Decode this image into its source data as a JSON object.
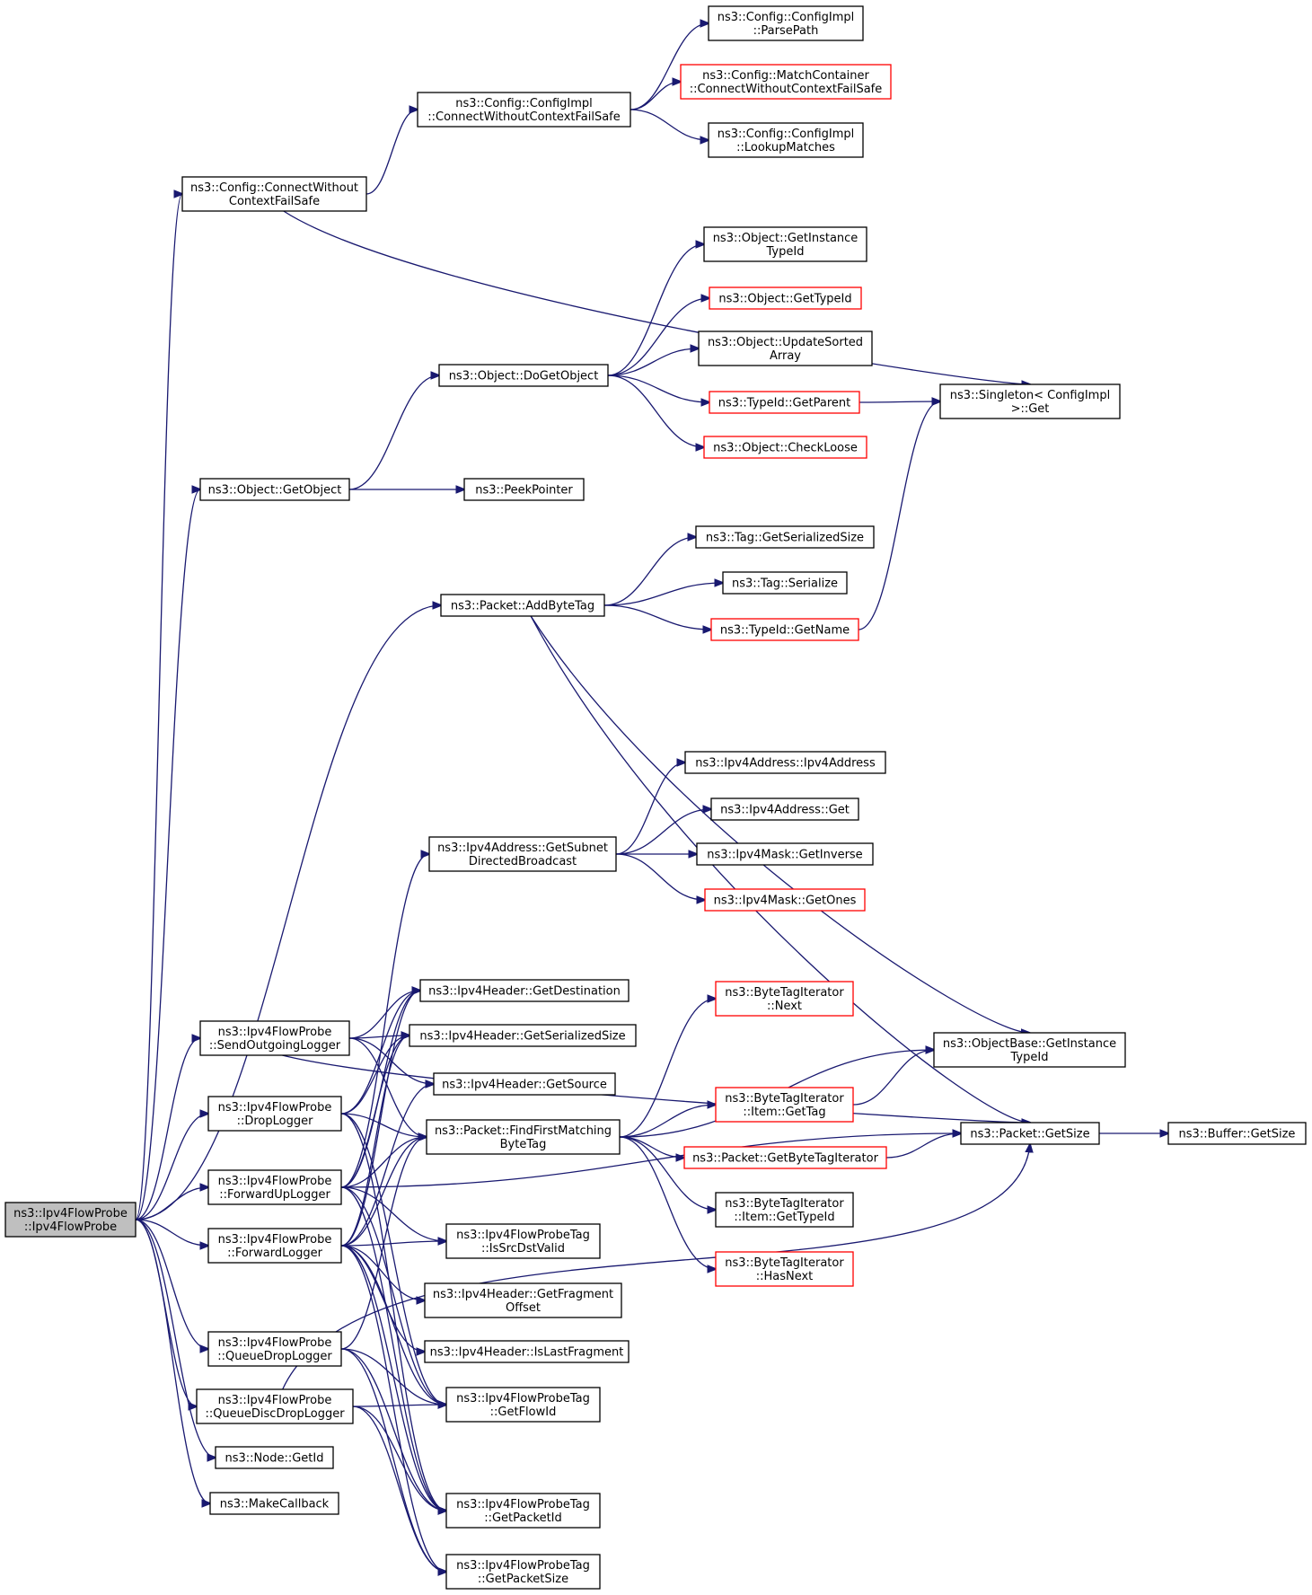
{
  "nodes": [
    {
      "id": "root",
      "lines": [
        "ns3::Ipv4FlowProbe",
        "::Ipv4FlowProbe"
      ],
      "border": "#000000",
      "fill": "#bfbfbf"
    },
    {
      "id": "cfg_cwcfs",
      "lines": [
        "ns3::Config::ConnectWithout",
        "ContextFailSafe"
      ],
      "border": "#000000",
      "fill": "#ffffff"
    },
    {
      "id": "ci_cwcfs",
      "lines": [
        "ns3::Config::ConfigImpl",
        "::ConnectWithoutContextFailSafe"
      ],
      "border": "#000000",
      "fill": "#ffffff"
    },
    {
      "id": "ci_parse",
      "lines": [
        "ns3::Config::ConfigImpl",
        "::ParsePath"
      ],
      "border": "#000000",
      "fill": "#ffffff"
    },
    {
      "id": "mc_cwcfs",
      "lines": [
        "ns3::Config::MatchContainer",
        "::ConnectWithoutContextFailSafe"
      ],
      "border": "#ff0000",
      "fill": "#ffffff"
    },
    {
      "id": "ci_lookup",
      "lines": [
        "ns3::Config::ConfigImpl",
        "::LookupMatches"
      ],
      "border": "#000000",
      "fill": "#ffffff"
    },
    {
      "id": "obj_getinst",
      "lines": [
        "ns3::Object::GetInstance",
        "TypeId"
      ],
      "border": "#000000",
      "fill": "#ffffff"
    },
    {
      "id": "obj_gettype",
      "lines": [
        "ns3::Object::GetTypeId"
      ],
      "border": "#ff0000",
      "fill": "#ffffff"
    },
    {
      "id": "obj_update",
      "lines": [
        "ns3::Object::UpdateSorted",
        "Array"
      ],
      "border": "#000000",
      "fill": "#ffffff"
    },
    {
      "id": "obj_dogetobj",
      "lines": [
        "ns3::Object::DoGetObject"
      ],
      "border": "#000000",
      "fill": "#ffffff"
    },
    {
      "id": "tid_getparent",
      "lines": [
        "ns3::TypeId::GetParent"
      ],
      "border": "#ff0000",
      "fill": "#ffffff"
    },
    {
      "id": "singleton_get",
      "lines": [
        "ns3::Singleton< ConfigImpl",
        " >::Get"
      ],
      "border": "#000000",
      "fill": "#ffffff"
    },
    {
      "id": "obj_checkloose",
      "lines": [
        "ns3::Object::CheckLoose"
      ],
      "border": "#ff0000",
      "fill": "#ffffff"
    },
    {
      "id": "obj_getobject",
      "lines": [
        "ns3::Object::GetObject"
      ],
      "border": "#000000",
      "fill": "#ffffff"
    },
    {
      "id": "peekpointer",
      "lines": [
        "ns3::PeekPointer"
      ],
      "border": "#000000",
      "fill": "#ffffff"
    },
    {
      "id": "tag_getser",
      "lines": [
        "ns3::Tag::GetSerializedSize"
      ],
      "border": "#000000",
      "fill": "#ffffff"
    },
    {
      "id": "tag_ser",
      "lines": [
        "ns3::Tag::Serialize"
      ],
      "border": "#000000",
      "fill": "#ffffff"
    },
    {
      "id": "pkt_addbytetag",
      "lines": [
        "ns3::Packet::AddByteTag"
      ],
      "border": "#000000",
      "fill": "#ffffff"
    },
    {
      "id": "tid_getname",
      "lines": [
        "ns3::TypeId::GetName"
      ],
      "border": "#ff0000",
      "fill": "#ffffff"
    },
    {
      "id": "ipv4addr_ctor",
      "lines": [
        "ns3::Ipv4Address::Ipv4Address"
      ],
      "border": "#000000",
      "fill": "#ffffff"
    },
    {
      "id": "ipv4addr_get",
      "lines": [
        "ns3::Ipv4Address::Get"
      ],
      "border": "#000000",
      "fill": "#ffffff"
    },
    {
      "id": "ipv4addr_gsdb",
      "lines": [
        "ns3::Ipv4Address::GetSubnet",
        "DirectedBroadcast"
      ],
      "border": "#000000",
      "fill": "#ffffff"
    },
    {
      "id": "ipv4mask_inv",
      "lines": [
        "ns3::Ipv4Mask::GetInverse"
      ],
      "border": "#000000",
      "fill": "#ffffff"
    },
    {
      "id": "ipv4mask_ones",
      "lines": [
        "ns3::Ipv4Mask::GetOnes"
      ],
      "border": "#ff0000",
      "fill": "#ffffff"
    },
    {
      "id": "hdr_getdest",
      "lines": [
        "ns3::Ipv4Header::GetDestination"
      ],
      "border": "#000000",
      "fill": "#ffffff"
    },
    {
      "id": "bti_next",
      "lines": [
        "ns3::ByteTagIterator",
        "::Next"
      ],
      "border": "#ff0000",
      "fill": "#ffffff"
    },
    {
      "id": "sendout",
      "lines": [
        "ns3::Ipv4FlowProbe",
        "::SendOutgoingLogger"
      ],
      "border": "#000000",
      "fill": "#ffffff"
    },
    {
      "id": "hdr_getsersize",
      "lines": [
        "ns3::Ipv4Header::GetSerializedSize"
      ],
      "border": "#000000",
      "fill": "#ffffff"
    },
    {
      "id": "ob_getinst",
      "lines": [
        "ns3::ObjectBase::GetInstance",
        "TypeId"
      ],
      "border": "#000000",
      "fill": "#ffffff"
    },
    {
      "id": "hdr_getsrc",
      "lines": [
        "ns3::Ipv4Header::GetSource"
      ],
      "border": "#000000",
      "fill": "#ffffff"
    },
    {
      "id": "droplogger",
      "lines": [
        "ns3::Ipv4FlowProbe",
        "::DropLogger"
      ],
      "border": "#000000",
      "fill": "#ffffff"
    },
    {
      "id": "bti_item_gettag",
      "lines": [
        "ns3::ByteTagIterator",
        "::Item::GetTag"
      ],
      "border": "#ff0000",
      "fill": "#ffffff"
    },
    {
      "id": "pkt_ffmbt",
      "lines": [
        "ns3::Packet::FindFirstMatching",
        "ByteTag"
      ],
      "border": "#000000",
      "fill": "#ffffff"
    },
    {
      "id": "pkt_getsize",
      "lines": [
        "ns3::Packet::GetSize"
      ],
      "border": "#000000",
      "fill": "#ffffff"
    },
    {
      "id": "buf_getsize",
      "lines": [
        "ns3::Buffer::GetSize"
      ],
      "border": "#000000",
      "fill": "#ffffff"
    },
    {
      "id": "pkt_getbti",
      "lines": [
        "ns3::Packet::GetByteTagIterator"
      ],
      "border": "#ff0000",
      "fill": "#ffffff"
    },
    {
      "id": "fwdup",
      "lines": [
        "ns3::Ipv4FlowProbe",
        "::ForwardUpLogger"
      ],
      "border": "#000000",
      "fill": "#ffffff"
    },
    {
      "id": "bti_item_gettypeid",
      "lines": [
        "ns3::ByteTagIterator",
        "::Item::GetTypeId"
      ],
      "border": "#000000",
      "fill": "#ffffff"
    },
    {
      "id": "fwd",
      "lines": [
        "ns3::Ipv4FlowProbe",
        "::ForwardLogger"
      ],
      "border": "#000000",
      "fill": "#ffffff"
    },
    {
      "id": "tag_issrcdst",
      "lines": [
        "ns3::Ipv4FlowProbeTag",
        "::IsSrcDstValid"
      ],
      "border": "#000000",
      "fill": "#ffffff"
    },
    {
      "id": "bti_hasnext",
      "lines": [
        "ns3::ByteTagIterator",
        "::HasNext"
      ],
      "border": "#ff0000",
      "fill": "#ffffff"
    },
    {
      "id": "hdr_getfrag",
      "lines": [
        "ns3::Ipv4Header::GetFragment",
        "Offset"
      ],
      "border": "#000000",
      "fill": "#ffffff"
    },
    {
      "id": "queuedrop",
      "lines": [
        "ns3::Ipv4FlowProbe",
        "::QueueDropLogger"
      ],
      "border": "#000000",
      "fill": "#ffffff"
    },
    {
      "id": "hdr_islastfrag",
      "lines": [
        "ns3::Ipv4Header::IsLastFragment"
      ],
      "border": "#000000",
      "fill": "#ffffff"
    },
    {
      "id": "queuedisc",
      "lines": [
        "ns3::Ipv4FlowProbe",
        "::QueueDiscDropLogger"
      ],
      "border": "#000000",
      "fill": "#ffffff"
    },
    {
      "id": "tag_getflowid",
      "lines": [
        "ns3::Ipv4FlowProbeTag",
        "::GetFlowId"
      ],
      "border": "#000000",
      "fill": "#ffffff"
    },
    {
      "id": "node_getid",
      "lines": [
        "ns3::Node::GetId"
      ],
      "border": "#000000",
      "fill": "#ffffff"
    },
    {
      "id": "makecallback",
      "lines": [
        "ns3::MakeCallback"
      ],
      "border": "#000000",
      "fill": "#ffffff"
    },
    {
      "id": "tag_getpktid",
      "lines": [
        "ns3::Ipv4FlowProbeTag",
        "::GetPacketId"
      ],
      "border": "#000000",
      "fill": "#ffffff"
    },
    {
      "id": "tag_getpktsize",
      "lines": [
        "ns3::Ipv4FlowProbeTag",
        "::GetPacketSize"
      ],
      "border": "#000000",
      "fill": "#ffffff"
    }
  ],
  "edges": [
    [
      "root",
      "cfg_cwcfs"
    ],
    [
      "root",
      "obj_getobject"
    ],
    [
      "root",
      "pkt_addbytetag"
    ],
    [
      "root",
      "sendout"
    ],
    [
      "root",
      "droplogger"
    ],
    [
      "root",
      "fwdup"
    ],
    [
      "root",
      "fwd"
    ],
    [
      "root",
      "queuedrop"
    ],
    [
      "root",
      "queuedisc"
    ],
    [
      "root",
      "node_getid"
    ],
    [
      "root",
      "makecallback"
    ],
    [
      "cfg_cwcfs",
      "ci_cwcfs"
    ],
    [
      "cfg_cwcfs",
      "singleton_get"
    ],
    [
      "ci_cwcfs",
      "ci_parse"
    ],
    [
      "ci_cwcfs",
      "mc_cwcfs"
    ],
    [
      "ci_cwcfs",
      "ci_lookup"
    ],
    [
      "obj_getobject",
      "obj_dogetobj"
    ],
    [
      "obj_getobject",
      "peekpointer"
    ],
    [
      "obj_dogetobj",
      "obj_getinst"
    ],
    [
      "obj_dogetobj",
      "obj_gettype"
    ],
    [
      "obj_dogetobj",
      "obj_update"
    ],
    [
      "obj_dogetobj",
      "tid_getparent"
    ],
    [
      "obj_dogetobj",
      "obj_checkloose"
    ],
    [
      "tid_getparent",
      "singleton_get"
    ],
    [
      "pkt_addbytetag",
      "tag_getser"
    ],
    [
      "pkt_addbytetag",
      "tag_ser"
    ],
    [
      "pkt_addbytetag",
      "tid_getname"
    ],
    [
      "pkt_addbytetag",
      "ob_getinst"
    ],
    [
      "pkt_addbytetag",
      "pkt_getsize"
    ],
    [
      "tid_getname",
      "singleton_get"
    ],
    [
      "ipv4addr_gsdb",
      "ipv4addr_ctor"
    ],
    [
      "ipv4addr_gsdb",
      "ipv4addr_get"
    ],
    [
      "ipv4addr_gsdb",
      "ipv4mask_inv"
    ],
    [
      "ipv4addr_gsdb",
      "ipv4mask_ones"
    ],
    [
      "sendout",
      "pkt_getsize"
    ],
    [
      "sendout",
      "hdr_getdest"
    ],
    [
      "sendout",
      "hdr_getsersize"
    ],
    [
      "sendout",
      "hdr_getsrc"
    ],
    [
      "sendout",
      "pkt_ffmbt"
    ],
    [
      "droplogger",
      "hdr_getdest"
    ],
    [
      "droplogger",
      "hdr_getsersize"
    ],
    [
      "droplogger",
      "pkt_ffmbt"
    ],
    [
      "droplogger",
      "tag_getflowid"
    ],
    [
      "droplogger",
      "tag_getpktid"
    ],
    [
      "fwdup",
      "ipv4addr_gsdb"
    ],
    [
      "fwdup",
      "hdr_getdest"
    ],
    [
      "fwdup",
      "hdr_getsersize"
    ],
    [
      "fwdup",
      "pkt_ffmbt"
    ],
    [
      "fwdup",
      "pkt_getsize"
    ],
    [
      "fwdup",
      "tag_issrcdst"
    ],
    [
      "fwdup",
      "tag_getflowid"
    ],
    [
      "fwdup",
      "tag_getpktid"
    ],
    [
      "fwd",
      "hdr_getdest"
    ],
    [
      "fwd",
      "hdr_getsersize"
    ],
    [
      "fwd",
      "hdr_getsrc"
    ],
    [
      "fwd",
      "pkt_ffmbt"
    ],
    [
      "fwd",
      "tag_issrcdst"
    ],
    [
      "fwd",
      "hdr_getfrag"
    ],
    [
      "fwd",
      "hdr_islastfrag"
    ],
    [
      "fwd",
      "tag_getflowid"
    ],
    [
      "fwd",
      "tag_getpktid"
    ],
    [
      "fwd",
      "tag_getpktsize"
    ],
    [
      "pkt_ffmbt",
      "bti_next"
    ],
    [
      "pkt_ffmbt",
      "ob_getinst"
    ],
    [
      "pkt_ffmbt",
      "bti_item_gettag"
    ],
    [
      "pkt_ffmbt",
      "pkt_getbti"
    ],
    [
      "pkt_ffmbt",
      "bti_item_gettypeid"
    ],
    [
      "pkt_ffmbt",
      "bti_hasnext"
    ],
    [
      "bti_item_gettag",
      "ob_getinst"
    ],
    [
      "pkt_getbti",
      "pkt_getsize"
    ],
    [
      "pkt_getsize",
      "buf_getsize"
    ],
    [
      "queuedrop",
      "pkt_ffmbt"
    ],
    [
      "queuedrop",
      "tag_getflowid"
    ],
    [
      "queuedrop",
      "tag_getpktid"
    ],
    [
      "queuedrop",
      "tag_getpktsize"
    ],
    [
      "queuedisc",
      "pkt_getsize"
    ],
    [
      "queuedisc",
      "tag_getflowid"
    ],
    [
      "queuedisc",
      "tag_getpktid"
    ],
    [
      "queuedisc",
      "tag_getpktsize"
    ]
  ]
}
